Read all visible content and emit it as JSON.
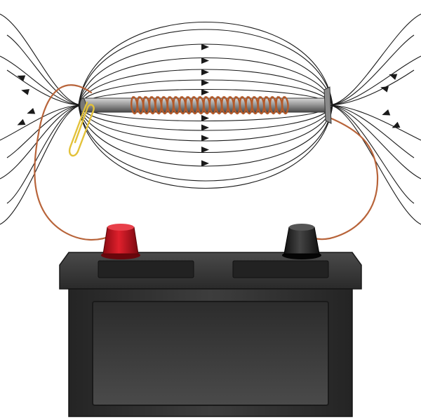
{
  "figure": {
    "subject": "electromagnet-connected-to-battery",
    "elements": {
      "field_lines": "magnetic-field-lines",
      "iron_rod": "iron-core-rod",
      "coil": "copper-wire-coil",
      "paper_clip": "paper-clip",
      "wires": "connecting-wires",
      "battery": "car-battery",
      "positive_terminal": "red-positive-terminal",
      "negative_terminal": "black-negative-terminal"
    },
    "colors": {
      "field_line": "#1a1a1a",
      "rod": "#8c8c8c",
      "coil": "#b35a2a",
      "wire": "#b8643a",
      "paper_clip": "#e3c23a",
      "battery_body": "#3a3a3a",
      "positive_terminal": "#c8101e",
      "negative_terminal": "#222222"
    }
  }
}
